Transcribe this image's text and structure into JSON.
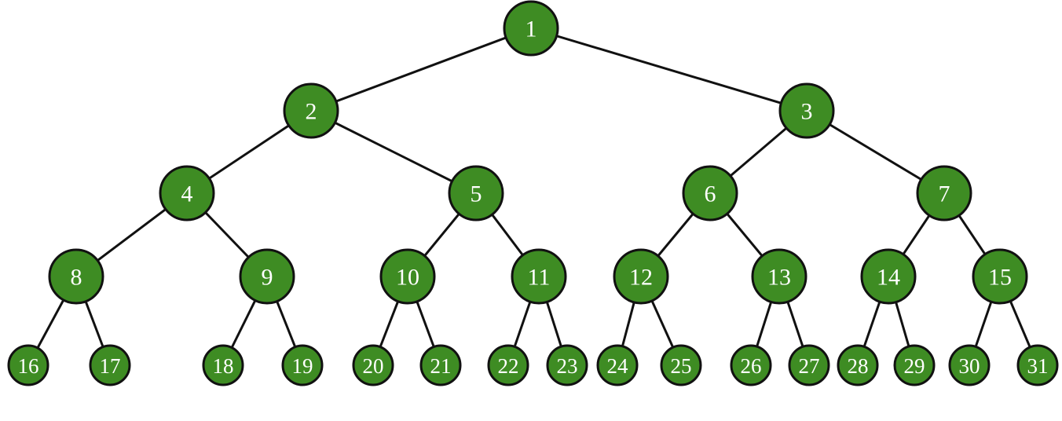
{
  "diagram": {
    "type": "binary-tree",
    "colors": {
      "node_fill": "#3e8c23",
      "node_stroke": "#111111",
      "edge": "#111111",
      "label": "#ffffff"
    },
    "nodes": [
      {
        "id": 1,
        "label": "1"
      },
      {
        "id": 2,
        "label": "2"
      },
      {
        "id": 3,
        "label": "3"
      },
      {
        "id": 4,
        "label": "4"
      },
      {
        "id": 5,
        "label": "5"
      },
      {
        "id": 6,
        "label": "6"
      },
      {
        "id": 7,
        "label": "7"
      },
      {
        "id": 8,
        "label": "8"
      },
      {
        "id": 9,
        "label": "9"
      },
      {
        "id": 10,
        "label": "10"
      },
      {
        "id": 11,
        "label": "11"
      },
      {
        "id": 12,
        "label": "12"
      },
      {
        "id": 13,
        "label": "13"
      },
      {
        "id": 14,
        "label": "14"
      },
      {
        "id": 15,
        "label": "15"
      },
      {
        "id": 16,
        "label": "16"
      },
      {
        "id": 17,
        "label": "17"
      },
      {
        "id": 18,
        "label": "18"
      },
      {
        "id": 19,
        "label": "19"
      },
      {
        "id": 20,
        "label": "20"
      },
      {
        "id": 21,
        "label": "21"
      },
      {
        "id": 22,
        "label": "22"
      },
      {
        "id": 23,
        "label": "23"
      },
      {
        "id": 24,
        "label": "24"
      },
      {
        "id": 25,
        "label": "25"
      },
      {
        "id": 26,
        "label": "26"
      },
      {
        "id": 27,
        "label": "27"
      },
      {
        "id": 28,
        "label": "28"
      },
      {
        "id": 29,
        "label": "29"
      },
      {
        "id": 30,
        "label": "30"
      },
      {
        "id": 31,
        "label": "31"
      }
    ],
    "edges": [
      [
        1,
        2
      ],
      [
        1,
        3
      ],
      [
        2,
        4
      ],
      [
        2,
        5
      ],
      [
        3,
        6
      ],
      [
        3,
        7
      ],
      [
        4,
        8
      ],
      [
        4,
        9
      ],
      [
        5,
        10
      ],
      [
        5,
        11
      ],
      [
        6,
        12
      ],
      [
        6,
        13
      ],
      [
        7,
        14
      ],
      [
        7,
        15
      ],
      [
        8,
        16
      ],
      [
        8,
        17
      ],
      [
        9,
        18
      ],
      [
        9,
        19
      ],
      [
        10,
        20
      ],
      [
        10,
        21
      ],
      [
        11,
        22
      ],
      [
        11,
        23
      ],
      [
        12,
        24
      ],
      [
        12,
        25
      ],
      [
        13,
        26
      ],
      [
        13,
        27
      ],
      [
        14,
        28
      ],
      [
        14,
        29
      ],
      [
        15,
        30
      ],
      [
        15,
        31
      ]
    ]
  }
}
